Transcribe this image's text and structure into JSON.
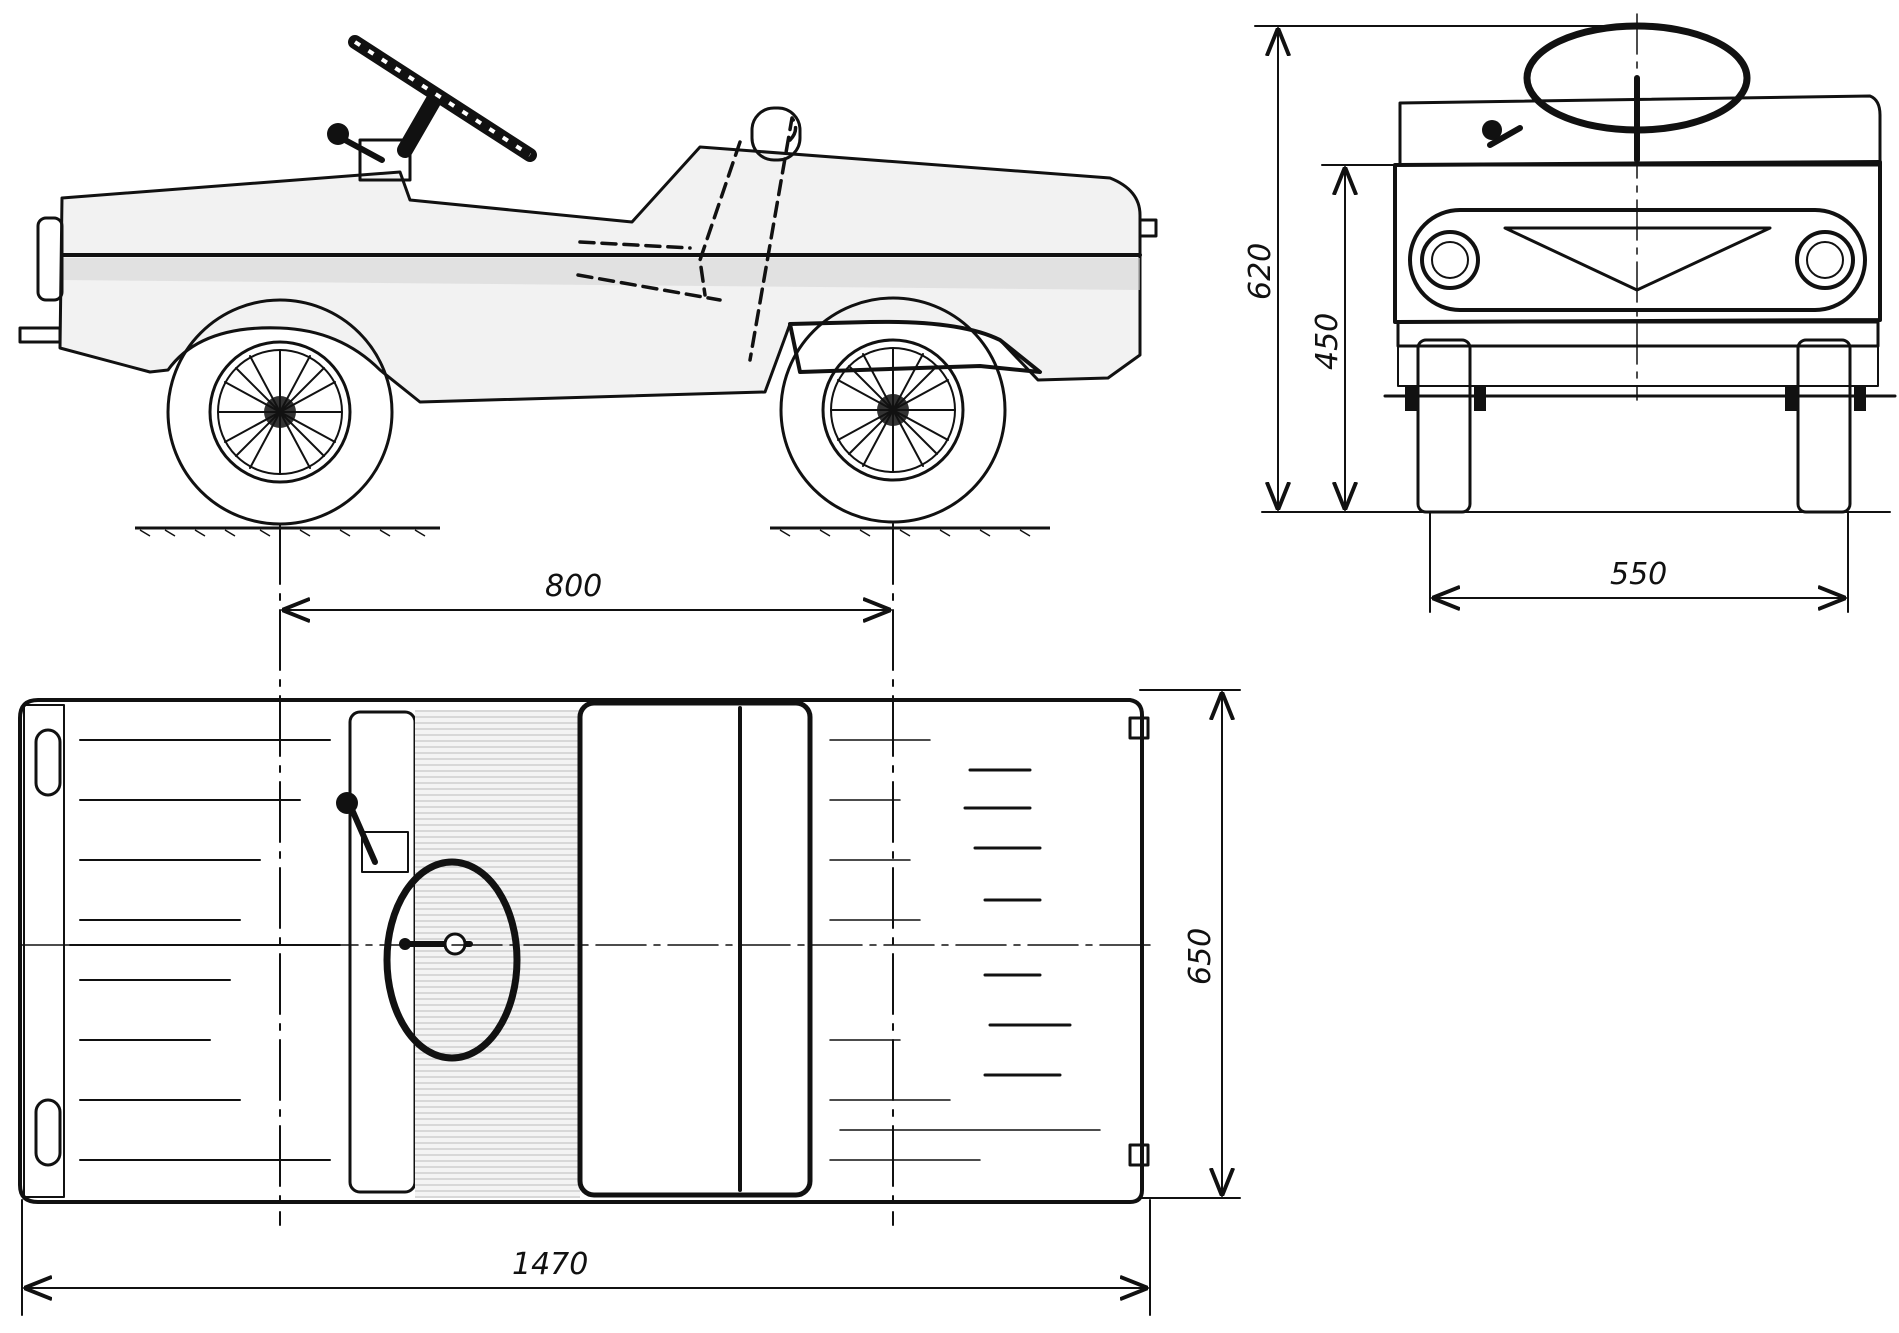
{
  "dimensions": {
    "wheelbase": "800",
    "overall_length": "1470",
    "overall_width": "650",
    "overall_height": "620",
    "body_height": "450",
    "track": "550"
  },
  "colors": {
    "ink": "#111111",
    "paper": "#ffffff",
    "shade": "#d8d8d8"
  }
}
